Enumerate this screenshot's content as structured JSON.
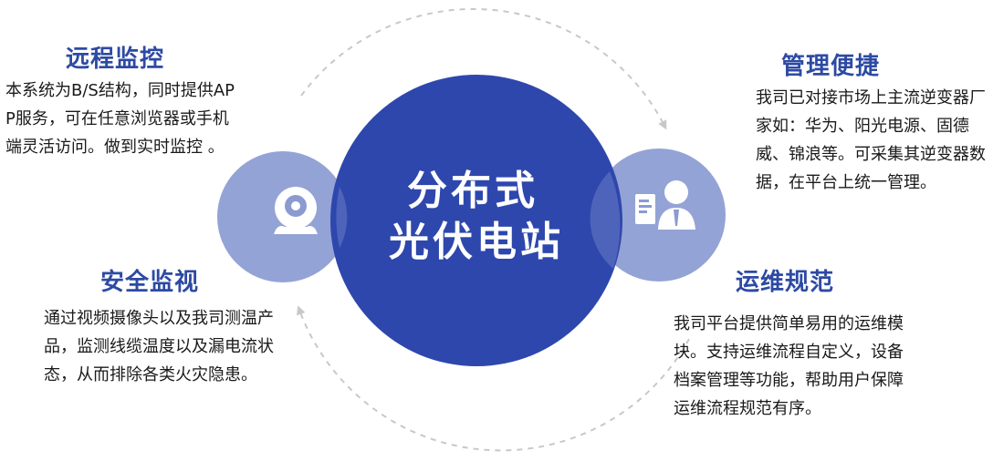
{
  "center": {
    "line1": "分布式",
    "line2": "光伏电站"
  },
  "features": {
    "remote": {
      "title": "远程监控",
      "desc": "本系统为B/S结构，同时提供APP服务，可在任意浏览器或手机端灵活访问。做到实时监控 。"
    },
    "safety": {
      "title": "安全监视",
      "desc": "通过视频摄像头以及我司测温产品，监测线缆温度以及漏电流状态，从而排除各类火灾隐患。"
    },
    "management": {
      "title": "管理便捷",
      "desc": "我司已对接市场上主流逆变器厂家如：华为、阳光电源、固德威、锦浪等。可采集其逆变器数据，在平台上统一管理。"
    },
    "maintenance": {
      "title": "运维规范",
      "desc": "我司平台提供简单易用的运维模块。支持运维流程自定义，设备档案管理等功能，帮助用户保障运维流程规范有序。"
    }
  },
  "icons": {
    "left": "webcam-icon",
    "right": "user-document-icon"
  },
  "colors": {
    "center_circle": "#2e47ad",
    "side_circle": "#8b9bd1",
    "heading": "#2d4aa3",
    "text": "#1a1a1a",
    "arrow": "#c8c8c8"
  }
}
